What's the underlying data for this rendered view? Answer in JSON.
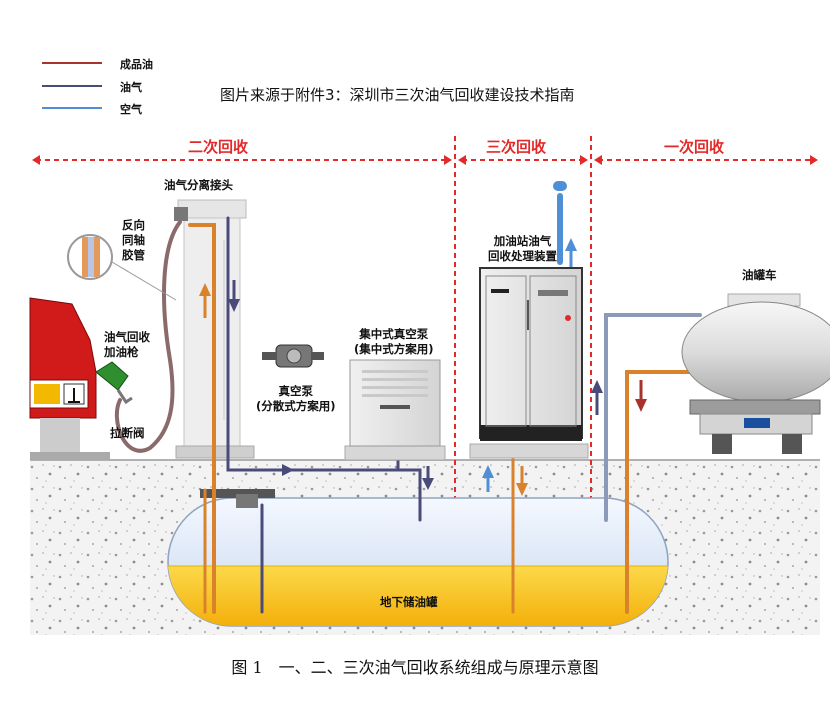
{
  "legend": [
    {
      "label": "成品油",
      "color": "#a8322c"
    },
    {
      "label": "油气",
      "color": "#4a4b7a"
    },
    {
      "label": "空气",
      "color": "#4f8fd6"
    }
  ],
  "source_note": "图片来源于附件3：深圳市三次油气回收建设技术指南",
  "sections": {
    "second": "二次回收",
    "third": "三次回收",
    "first": "一次回收"
  },
  "labels": {
    "separator_joint": "油气分离接头",
    "coaxial_hose": "反向\n同轴\n胶管",
    "nozzle": "油气回收\n加油枪",
    "breakaway_valve": "拉断阀",
    "vacuum_pump": "真空泵\n(分散式方案用)",
    "central_pump": "集中式真空泵\n(集中式方案用)",
    "treatment_unit": "加油站油气\n回收处理装置",
    "tanker": "油罐车",
    "underground_tank": "地下储油罐"
  },
  "caption": "图 1　一、二、三次油气回收系统组成与原理示意图",
  "colors": {
    "accent_red": "#e22a2a",
    "fuel": "#d9822b",
    "vapor": "#4a4b7a",
    "air": "#4f8fd6",
    "tank_liquid": "#f6c200"
  }
}
